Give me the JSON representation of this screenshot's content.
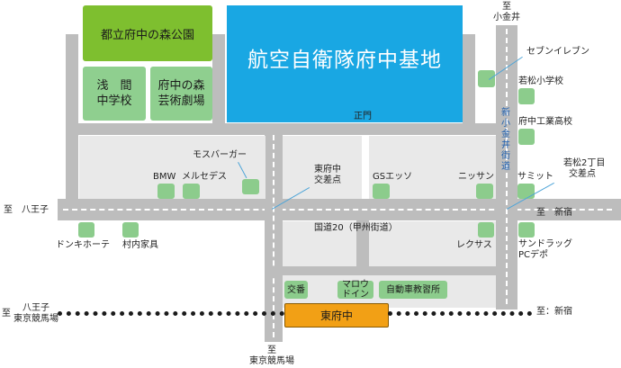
{
  "colors": {
    "road": "#bdbdbd",
    "block": "#e9e9e9",
    "base": "#19a7e3",
    "park": "#7ebf2f",
    "facility": "#8ccc8c",
    "station": "#f2a015",
    "rail": "#1b1b1b",
    "leader": "#4fa5d8",
    "street_label": "#1d5fb0"
  },
  "landmarks": {
    "park": "都立府中の森公園",
    "school_line1": "浅　間",
    "school_line2": "中学校",
    "theater_line1": "府中の森",
    "theater_line2": "芸術劇場",
    "base": "航空自衛隊府中基地",
    "main_gate": "正門",
    "station": "東府中"
  },
  "destinations": {
    "koganei_line1": "至",
    "koganei_line2": "小金井",
    "hachioji_west": "至　八王子",
    "shinjuku_east": "至　新宿",
    "rail_west_line1": "八王子",
    "rail_west_line2": "東京競馬場",
    "rail_west_to": "至",
    "rail_east": "至：新宿",
    "south_line1": "至",
    "south_line2": "東京競馬場"
  },
  "roads": {
    "route20": "国道20（甲州街道）",
    "shinkoganei_street": "新小金井街道"
  },
  "intersections": {
    "higashifuchu_line1": "東府中",
    "higashifuchu_line2": "交差点",
    "wakamatsu_line1": "若松2丁目",
    "wakamatsu_line2": "交差点"
  },
  "places": {
    "seven_eleven": "セブンイレブン",
    "wakamatsu_school": "若松小学校",
    "fuchu_tech_hs": "府中工業高校",
    "mos_burger": "モスバーガー",
    "bmw": "BMW",
    "mercedes": "メルセデス",
    "gs_eneos": "GSエッソ",
    "nissan": "ニッサン",
    "summit": "サミット",
    "donki": "ドンキホーテ",
    "muranouchi": "村内家具",
    "lexus": "レクサス",
    "sundrug_line1": "サンドラッグ",
    "sundrug_line2": "PCデポ",
    "koban": "交番",
    "marou_line1": "マロウ",
    "marou_line2": "ドイン",
    "driving_school": "自動車教習所"
  }
}
